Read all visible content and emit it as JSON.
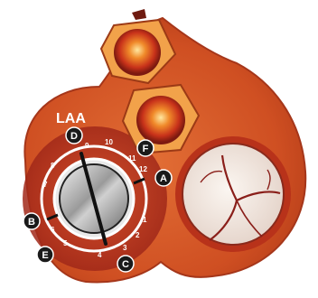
{
  "title": "LAA",
  "markers": {
    "A": "A",
    "B": "B",
    "C": "C",
    "D": "D",
    "E": "E",
    "F": "F"
  },
  "dial_numbers": [
    "1",
    "2",
    "3",
    "4",
    "5",
    "6",
    "7",
    "8",
    "9",
    "10",
    "11",
    "12"
  ],
  "colors": {
    "background": "#ffffff",
    "heart_outer": "#c94a1f",
    "heart_mid": "#d9622a",
    "heart_inner": "#b8321a",
    "valve_leaflet": "#f3ece6",
    "leaflet_line": "#8a1f1a",
    "dial_metal": "#c8c8c8",
    "marker_fill": "#1a1a1a",
    "marker_text": "#ffffff"
  }
}
